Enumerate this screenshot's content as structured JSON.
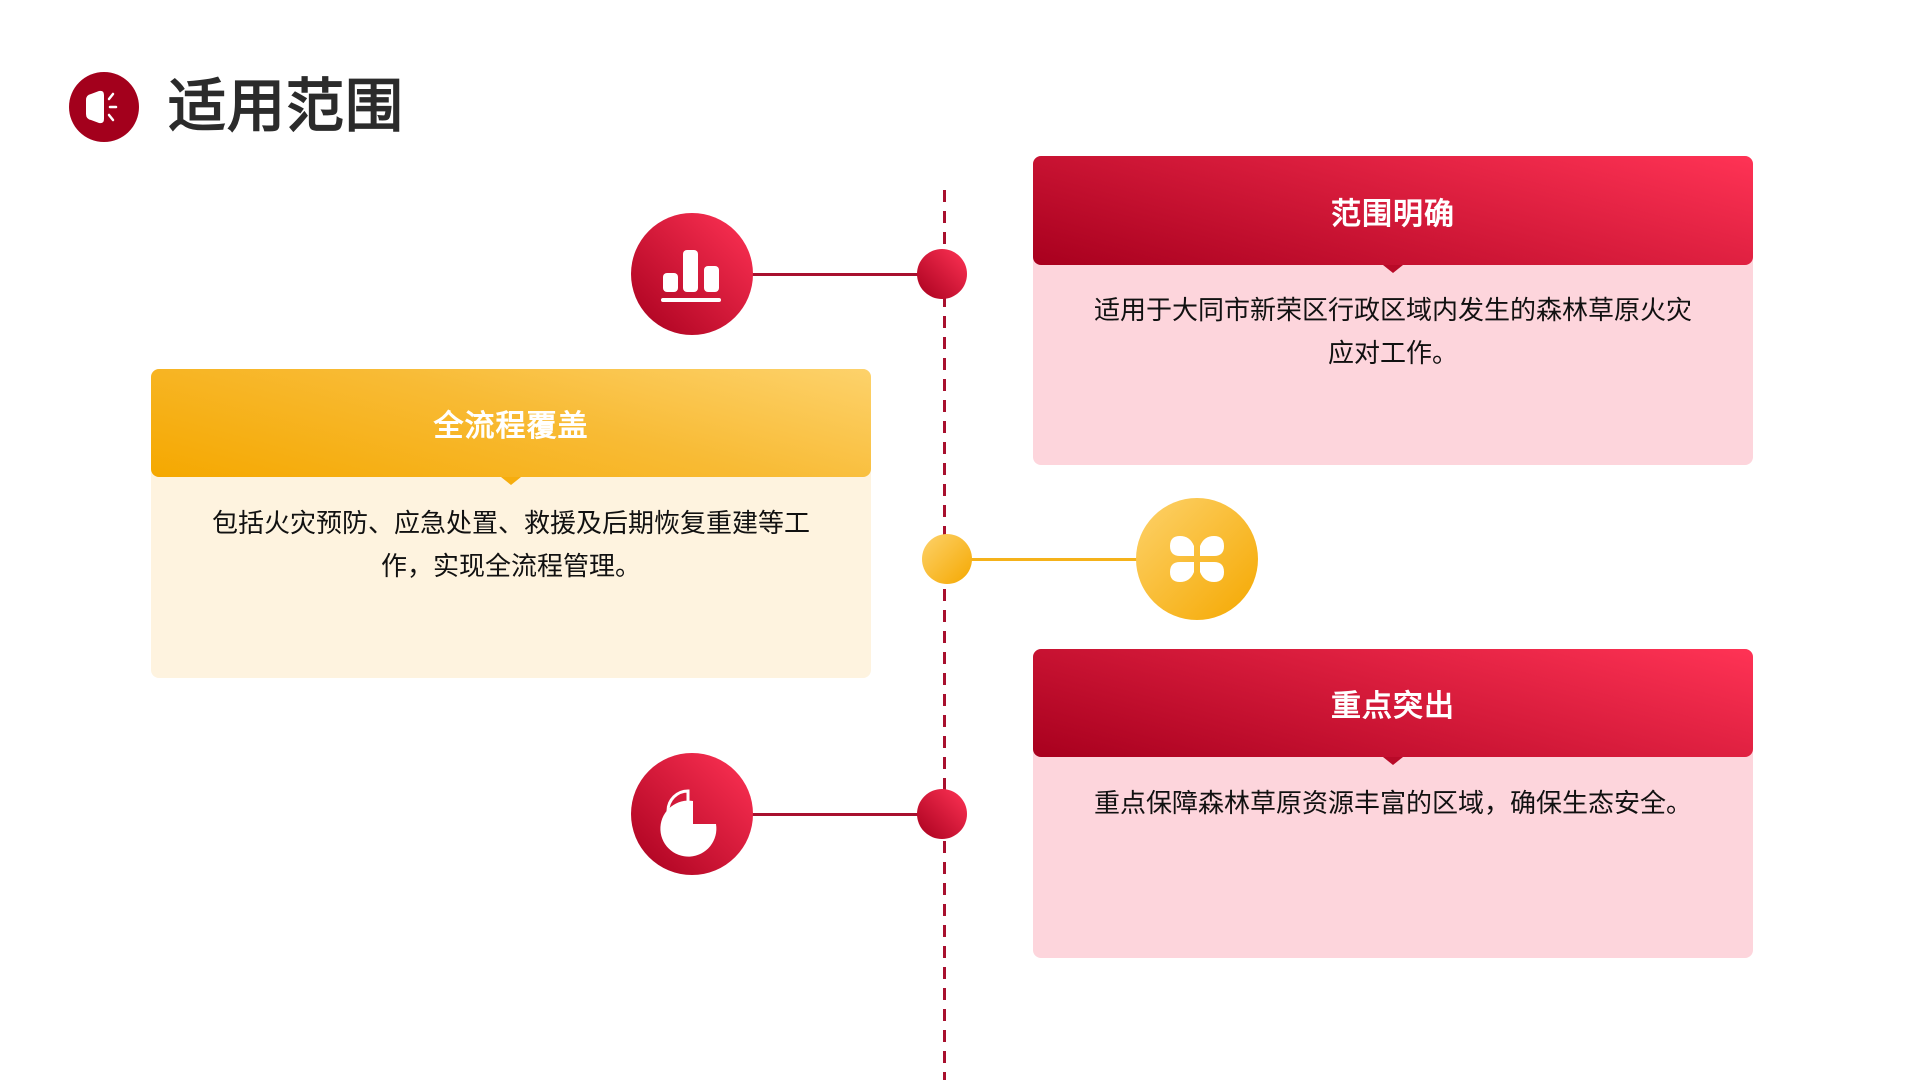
{
  "page": {
    "title": "适用范围",
    "title_icon": "speaker-icon"
  },
  "colors": {
    "red_dark": "#a8001e",
    "red_light": "#ff3355",
    "red_body": "#fdd5dc",
    "yellow_dark": "#f5a800",
    "yellow_light": "#fdd26b",
    "yellow_body": "#fef3df",
    "timeline": "#a8102e",
    "title_text": "#2b2b2b"
  },
  "timeline": {
    "items": [
      {
        "title": "范围明确",
        "text": "适用于大同市新荣区行政区域内发生的森林草原火灾应对工作。",
        "icon": "bar-chart-icon",
        "theme": "red"
      },
      {
        "title": "全流程覆盖",
        "text": "包括火灾预防、应急处置、救援及后期恢复重建等工作，实现全流程管理。",
        "icon": "grid-four-icon",
        "theme": "yellow"
      },
      {
        "title": "重点突出",
        "text": "重点保障森林草原资源丰富的区域，确保生态安全。",
        "icon": "pie-chart-icon",
        "theme": "red"
      }
    ]
  }
}
